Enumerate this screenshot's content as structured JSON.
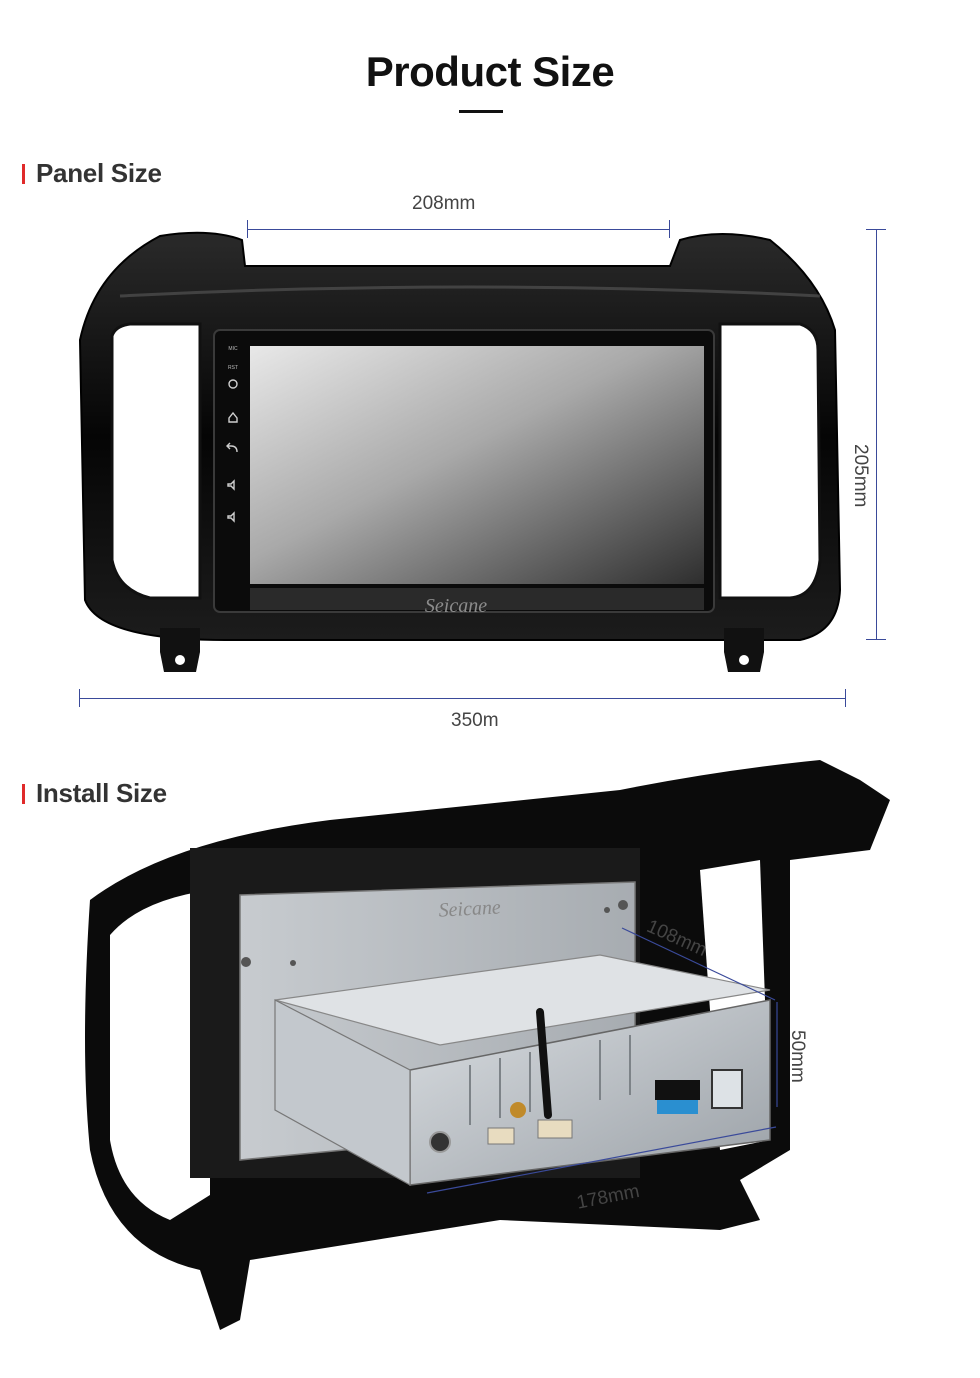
{
  "page": {
    "title": "Product Size"
  },
  "sections": [
    {
      "label": "Panel Size"
    },
    {
      "label": "Install Size"
    }
  ],
  "panel": {
    "width_top": "208mm",
    "height_right": "205mm",
    "width_bottom": "350m",
    "brand": "Seicane",
    "side_buttons": [
      "MIC",
      "RST"
    ]
  },
  "install": {
    "depth": "108mm",
    "height": "50mm",
    "width": "178mm",
    "brand": "Seicane"
  },
  "colors": {
    "accent": "#e02a2a",
    "dimension_line": "#3a4a9a"
  }
}
